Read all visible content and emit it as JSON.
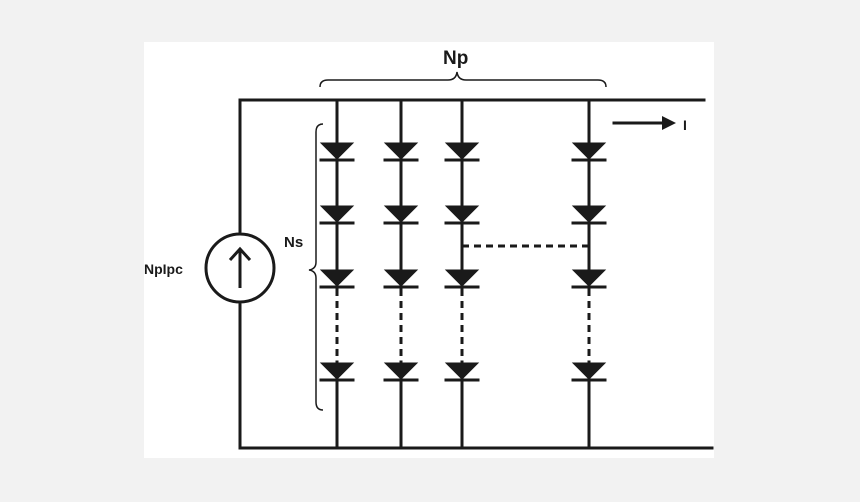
{
  "labels": {
    "np": "Np",
    "ns": "Ns",
    "source": "NpIpc",
    "current": "I"
  },
  "colors": {
    "ink": "#1a1a1a",
    "background": "#f2f2f2",
    "panel": "#ffffff"
  },
  "icons": {
    "source": "current-source-arrow-up-icon",
    "diode": "diode-icon",
    "current_arrow": "arrow-right-icon"
  }
}
